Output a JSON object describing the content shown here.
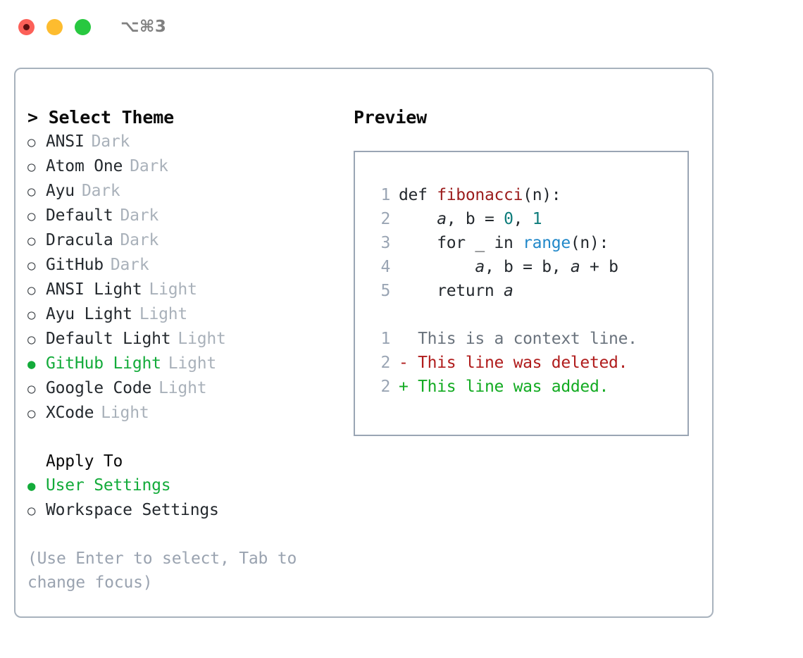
{
  "window": {
    "title": "⌥⌘3",
    "traffic_lights": [
      "close-red",
      "minimize-yellow",
      "maximize-green"
    ]
  },
  "theme_picker": {
    "header": "> Select Theme",
    "options": [
      {
        "marker": "○",
        "selected": false,
        "label": "ANSI",
        "category": "Dark"
      },
      {
        "marker": "○",
        "selected": false,
        "label": "Atom One",
        "category": "Dark"
      },
      {
        "marker": "○",
        "selected": false,
        "label": "Ayu",
        "category": "Dark"
      },
      {
        "marker": "○",
        "selected": false,
        "label": "Default",
        "category": "Dark"
      },
      {
        "marker": "○",
        "selected": false,
        "label": "Dracula",
        "category": "Dark"
      },
      {
        "marker": "○",
        "selected": false,
        "label": "GitHub",
        "category": "Dark"
      },
      {
        "marker": "○",
        "selected": false,
        "label": "ANSI Light",
        "category": "Light"
      },
      {
        "marker": "○",
        "selected": false,
        "label": "Ayu Light",
        "category": "Light"
      },
      {
        "marker": "○",
        "selected": false,
        "label": "Default Light",
        "category": "Light"
      },
      {
        "marker": "●",
        "selected": true,
        "label": "GitHub Light",
        "category": "Light"
      },
      {
        "marker": "○",
        "selected": false,
        "label": "Google Code",
        "category": "Light"
      },
      {
        "marker": "○",
        "selected": false,
        "label": "XCode",
        "category": "Light"
      }
    ]
  },
  "apply_to": {
    "header": "Apply To",
    "options": [
      {
        "marker": "●",
        "selected": true,
        "label": "User Settings"
      },
      {
        "marker": "○",
        "selected": false,
        "label": "Workspace Settings"
      }
    ]
  },
  "hint": "(Use Enter to select, Tab to change focus)",
  "preview": {
    "title": "Preview",
    "code_lines": [
      {
        "num": "1",
        "tokens": [
          {
            "text": "def ",
            "type": "kw"
          },
          {
            "text": "fibonacci",
            "type": "fn"
          },
          {
            "text": "(n):",
            "type": "plain"
          }
        ]
      },
      {
        "num": "2",
        "tokens": [
          {
            "text": "    ",
            "type": "plain"
          },
          {
            "text": "a",
            "type": "var"
          },
          {
            "text": ", ",
            "type": "plain"
          },
          {
            "text": "b",
            "type": "plain"
          },
          {
            "text": " = ",
            "type": "plain"
          },
          {
            "text": "0",
            "type": "num"
          },
          {
            "text": ", ",
            "type": "plain"
          },
          {
            "text": "1",
            "type": "num"
          }
        ]
      },
      {
        "num": "3",
        "tokens": [
          {
            "text": "    for _ in ",
            "type": "plain"
          },
          {
            "text": "range",
            "type": "builtin"
          },
          {
            "text": "(n):",
            "type": "plain"
          }
        ]
      },
      {
        "num": "4",
        "tokens": [
          {
            "text": "        ",
            "type": "plain"
          },
          {
            "text": "a",
            "type": "var"
          },
          {
            "text": ", b = b, ",
            "type": "plain"
          },
          {
            "text": "a",
            "type": "var"
          },
          {
            "text": " + b",
            "type": "plain"
          }
        ]
      },
      {
        "num": "5",
        "tokens": [
          {
            "text": "    return ",
            "type": "plain"
          },
          {
            "text": "a",
            "type": "var"
          }
        ]
      }
    ],
    "diff_lines": [
      {
        "num": "1",
        "sign": " ",
        "text": " This is a context line.",
        "type": "ctx"
      },
      {
        "num": "2",
        "sign": "-",
        "text": " This line was deleted.",
        "type": "del"
      },
      {
        "num": "2",
        "sign": "+",
        "text": " This line was added.",
        "type": "add"
      }
    ]
  },
  "colors": {
    "accent_green": "#13ab3a",
    "muted": "#a9b1ba",
    "hint": "#9aa3b0",
    "border": "#a8b2bd",
    "preview_border": "#9aa5b4",
    "fn_red": "#9b1c1c",
    "num_teal": "#0e7c7b",
    "builtin_blue": "#2188c9",
    "diff_del": "#b01c1c",
    "diff_add": "#13ab22",
    "diff_ctx": "#6a737d",
    "light_red": "#fc6058",
    "light_yellow": "#fdbc2f",
    "light_green": "#28c840"
  }
}
